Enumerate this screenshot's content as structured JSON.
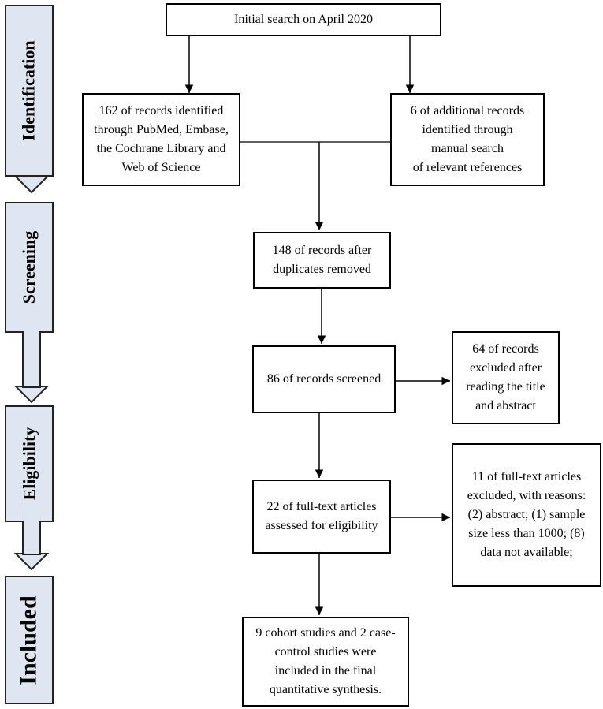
{
  "colors": {
    "stage_fill": "#dfe6f1",
    "line": "#000000",
    "box_fill": "#ffffff"
  },
  "stages": {
    "identification": "Identification",
    "screening": "Screening",
    "eligibility": "Eligibility",
    "included": "Included"
  },
  "boxes": {
    "initial_search": "Initial search on April 2020",
    "databases": "162 of records identified\nthrough PubMed, Embase,\nthe Cochrane Library and\nWeb of Science",
    "additional": "6 of additional records\nidentified through\nmanual search\nof relevant references",
    "after_duplicates": "148 of records after\nduplicates removed",
    "screened": "86 of records screened",
    "excluded_title": "64 of records\nexcluded after\nreading the title\nand abstract",
    "full_text": "22 of full-text articles\nassessed for eligibility",
    "excluded_full": "11 of full-text articles\nexcluded, with reasons:\n(2) abstract; (1) sample\nsize less than 1000; (8)\ndata not available;",
    "included": "9 cohort studies and 2 case-\ncontrol studies were\nincluded in the final\nquantitative synthesis."
  }
}
